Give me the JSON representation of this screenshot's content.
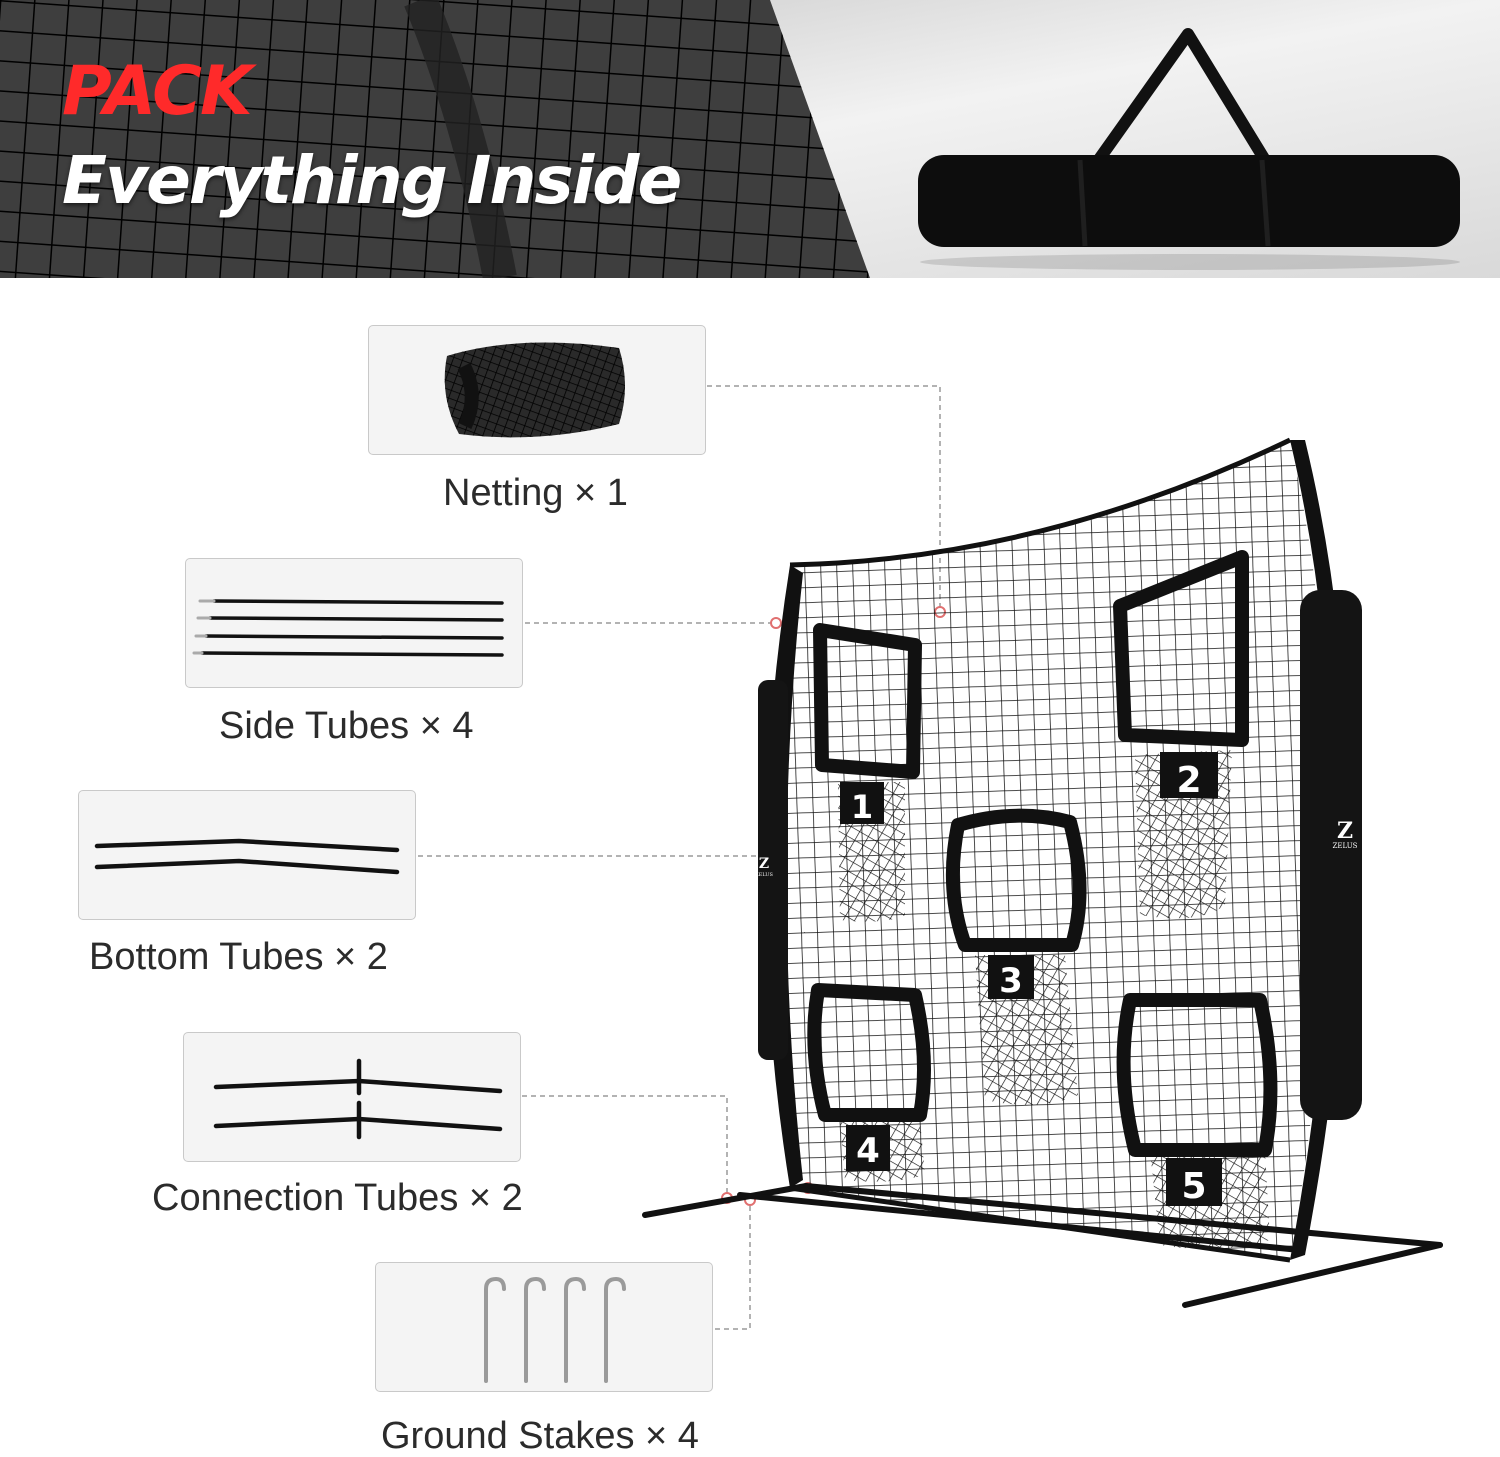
{
  "banner": {
    "headline_line1": "PACK",
    "headline_line2": "Everything Inside",
    "accent_color": "#ff2a2a"
  },
  "parts": [
    {
      "label": "Netting × 1"
    },
    {
      "label": "Side Tubes × 4"
    },
    {
      "label": "Bottom Tubes × 2"
    },
    {
      "label": "Connection Tubes × 2"
    },
    {
      "label": "Ground Stakes × 4"
    }
  ],
  "product": {
    "brand": "ZELUS",
    "brand_mark": "Z",
    "pockets": [
      "1",
      "2",
      "3",
      "4",
      "5"
    ]
  }
}
